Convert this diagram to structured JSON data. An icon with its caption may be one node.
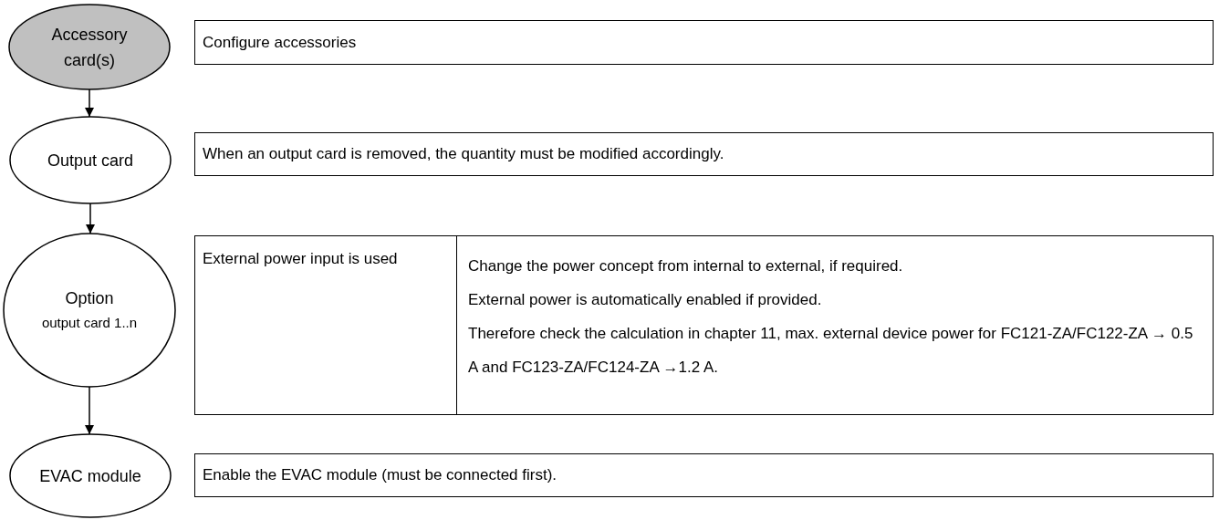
{
  "diagram": {
    "nodes": [
      {
        "text": [
          "Accessory card(s)"
        ]
      },
      {
        "text": [
          "Configure accessories"
        ]
      },
      {
        "text": [
          "Output card"
        ]
      },
      {
        "text": [
          "When an output card is removed, the quantity must be modified accordingly."
        ]
      },
      {
        "text": [
          "Option",
          "output card 1..n"
        ]
      },
      {
        "text": [
          "External power input is used",
          "Change the power concept from internal to external, if required.",
          "External power is automatically enabled if provided.",
          "Therefore check the calculation in chapter 11, max. external device power for FC121-ZA/FC122-ZA → 0.5 A and FC123-ZA/FC124-ZA →1.2 A."
        ]
      },
      {
        "text": [
          "EVAC module"
        ]
      },
      {
        "text": [
          "Enable the EVAC module (must be connected first)."
        ]
      }
    ],
    "edges": [
      {
        "from": 0,
        "to": 2,
        "arrow": "to"
      },
      {
        "from": 2,
        "to": 4,
        "arrow": "to"
      },
      {
        "from": 4,
        "to": 6,
        "arrow": "to"
      }
    ]
  }
}
